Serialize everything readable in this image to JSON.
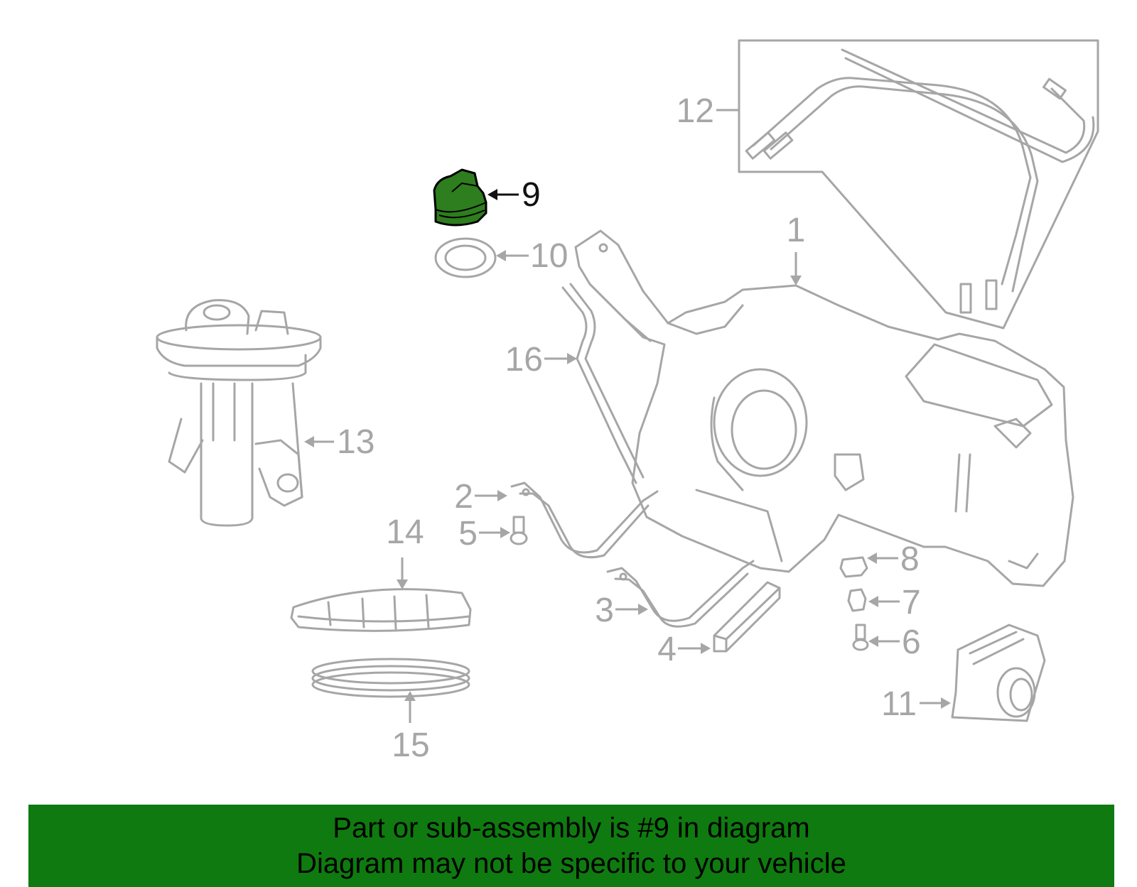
{
  "callouts": {
    "c1": "1",
    "c2": "2",
    "c3": "3",
    "c4": "4",
    "c5": "5",
    "c6": "6",
    "c7": "7",
    "c8": "8",
    "c9": "9",
    "c10": "10",
    "c11": "11",
    "c12": "12",
    "c13": "13",
    "c14": "14",
    "c15": "15",
    "c16": "16"
  },
  "highlight": {
    "part": "9",
    "color": "#2e7d1e",
    "banner_color": "#0f7a0f"
  },
  "banner": {
    "line1": "Part or sub-assembly is #9 in diagram",
    "line2": "Diagram may not be specific to your vehicle"
  }
}
